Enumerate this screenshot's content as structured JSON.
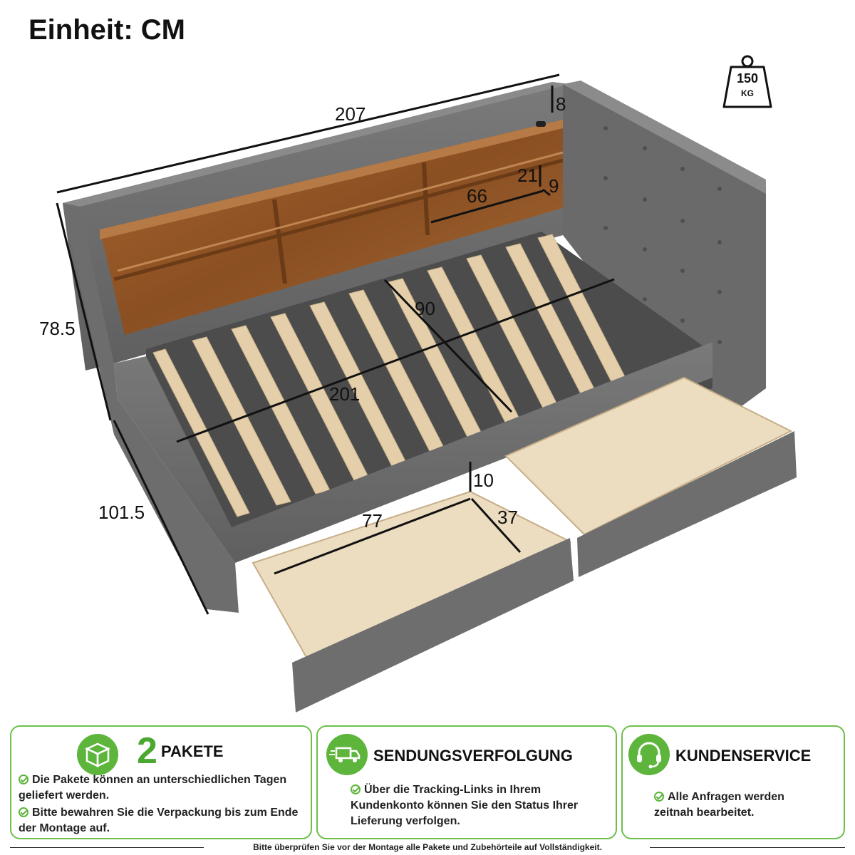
{
  "unit_label": "Einheit: CM",
  "weight": {
    "value": "150",
    "unit": "KG",
    "icon": "weight-icon"
  },
  "dimensions": {
    "total_length": "207",
    "headboard_top": "8",
    "shelf_height": "21",
    "shelf_depth": "9",
    "shelf_width": "66",
    "width": "90",
    "height": "78.5",
    "slat_length": "201",
    "depth": "101.5",
    "drawer_height": "10",
    "drawer_length": "77",
    "drawer_depth": "37"
  },
  "colors": {
    "accent_green": "#5db53c",
    "upholstery": "#6f6f70",
    "shelf_wood": "#9a5b2b",
    "slat_wood": "#e2cca6",
    "drawer_wood": "#ead9bb"
  },
  "cards": {
    "packages": {
      "number": "2",
      "title": "PAKETE",
      "icon": "package-box-icon",
      "bullets": [
        "Die Pakete können an unterschiedlichen Tagen geliefert werden.",
        "Bitte bewahren Sie die Verpackung bis zum Ende der Montage auf."
      ]
    },
    "tracking": {
      "title": "SENDUNGSVERFOLGUNG",
      "icon": "delivery-truck-icon",
      "bullets": [
        "Über die Tracking-Links in Ihrem Kundenkonto können Sie den Status Ihrer Lieferung verfolgen."
      ]
    },
    "service": {
      "title": "KUNDENSERVICE",
      "icon": "headset-icon",
      "bullets": [
        "Alle Anfragen werden zeitnah bearbeitet."
      ]
    }
  },
  "footer_note": "Bitte überprüfen Sie vor der Montage alle Pakete und Zubehörteile auf Vollständigkeit."
}
